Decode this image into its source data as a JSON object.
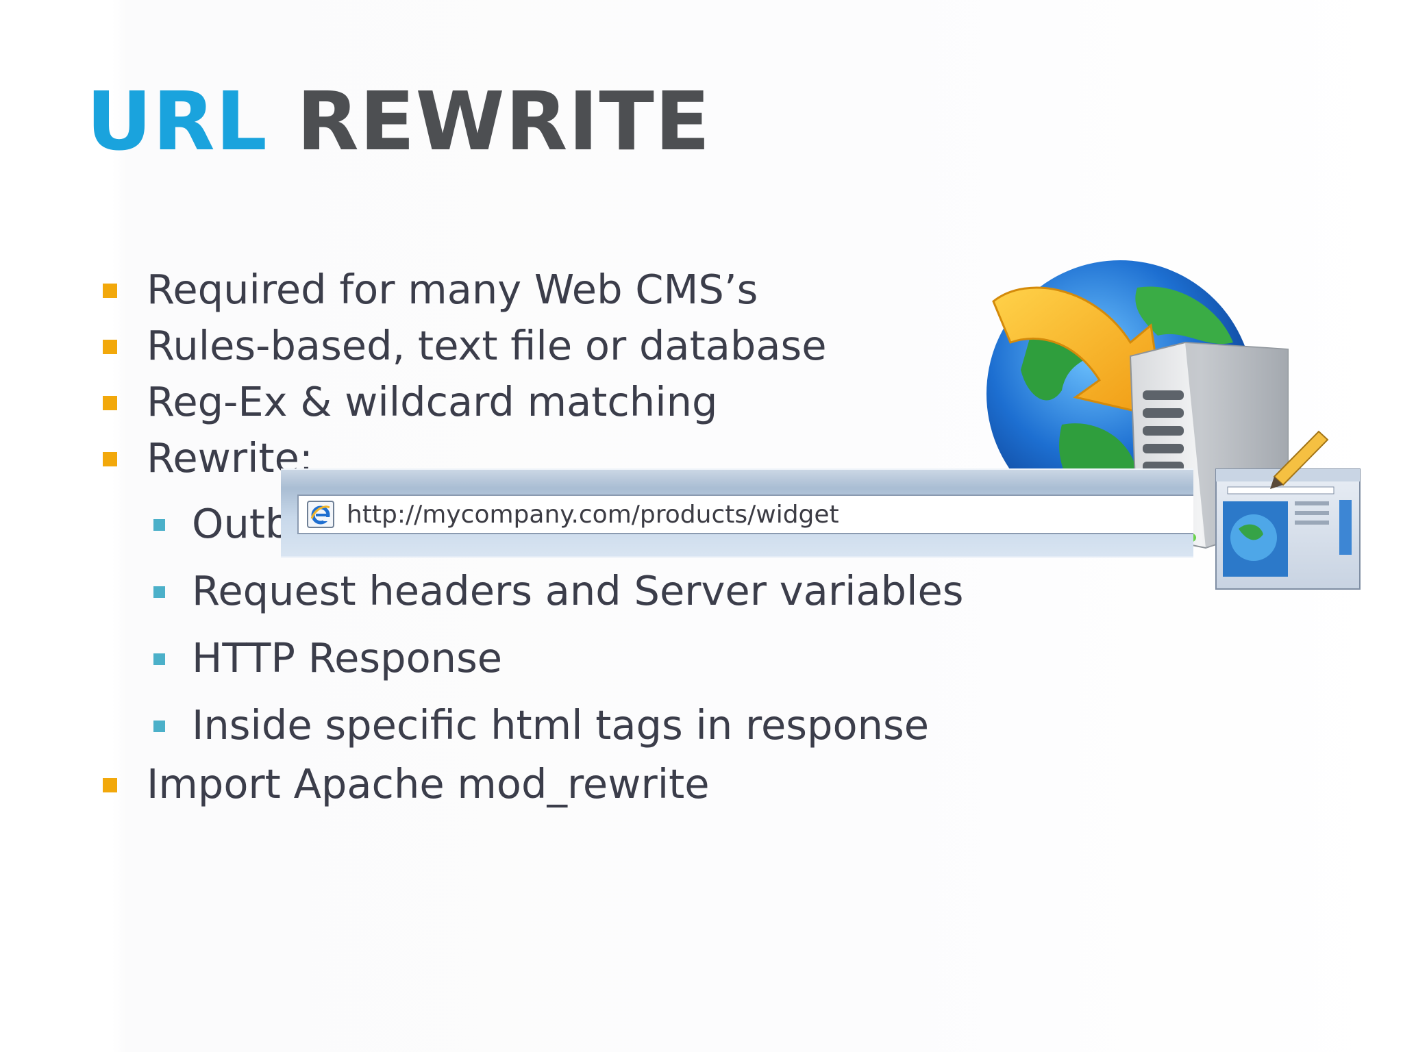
{
  "slide": {
    "title_accent": "URL",
    "title_main": "REWRITE",
    "bullets": [
      {
        "text": "Required for many Web CMS’s",
        "level": 1
      },
      {
        "text": "Rules-based, text file or database",
        "level": 1
      },
      {
        "text": "Reg-Ex & wildcard matching",
        "level": 1
      },
      {
        "text": "Rewrite:",
        "level": 1
      },
      {
        "text": "Outb",
        "level": 2
      },
      {
        "text": "Request headers and Server variables",
        "level": 2
      },
      {
        "text": "HTTP Response",
        "level": 2
      },
      {
        "text": "Inside specific html tags in response",
        "level": 2
      },
      {
        "text": "Import Apache mod_rewrite",
        "level": 1
      }
    ]
  },
  "address_bar": {
    "url": "http://mycompany.com/products/widget",
    "icon": "internet-explorer-icon"
  },
  "illustration": {
    "icon": "globe-server-web-page-icon"
  },
  "colors": {
    "title_accent": "#1aa3dd",
    "title_main": "#4d4f52",
    "bullet_primary": "#f2a80b",
    "bullet_secondary": "#4bb0c9",
    "body_text": "#3b3d4a"
  }
}
